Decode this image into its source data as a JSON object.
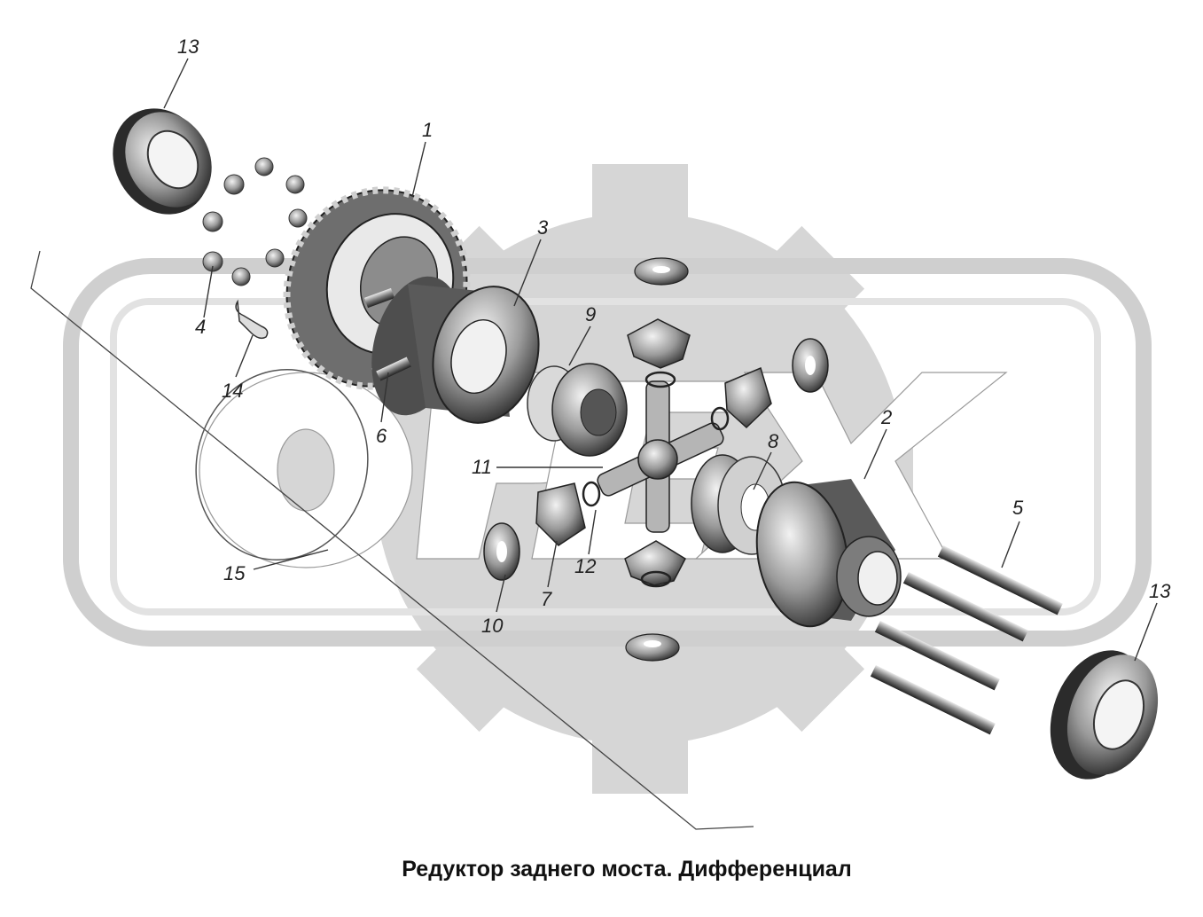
{
  "caption": "Редуктор заднего моста. Дифференциал",
  "watermark": {
    "text": "ОРЕХ",
    "color": "#d4d4d4"
  },
  "callouts": [
    {
      "id": "13-top",
      "label": "13"
    },
    {
      "id": "1",
      "label": "1"
    },
    {
      "id": "3",
      "label": "3"
    },
    {
      "id": "9",
      "label": "9"
    },
    {
      "id": "4",
      "label": "4"
    },
    {
      "id": "14",
      "label": "14"
    },
    {
      "id": "6",
      "label": "6"
    },
    {
      "id": "2",
      "label": "2"
    },
    {
      "id": "8",
      "label": "8"
    },
    {
      "id": "11",
      "label": "11"
    },
    {
      "id": "5",
      "label": "5"
    },
    {
      "id": "15",
      "label": "15"
    },
    {
      "id": "12",
      "label": "12"
    },
    {
      "id": "7",
      "label": "7"
    },
    {
      "id": "10",
      "label": "10"
    },
    {
      "id": "13-bottom",
      "label": "13"
    }
  ],
  "colors": {
    "parts": "#8a8a8a",
    "dark": "#3a3a3a",
    "light": "#e8e8e8",
    "line": "#333333"
  }
}
